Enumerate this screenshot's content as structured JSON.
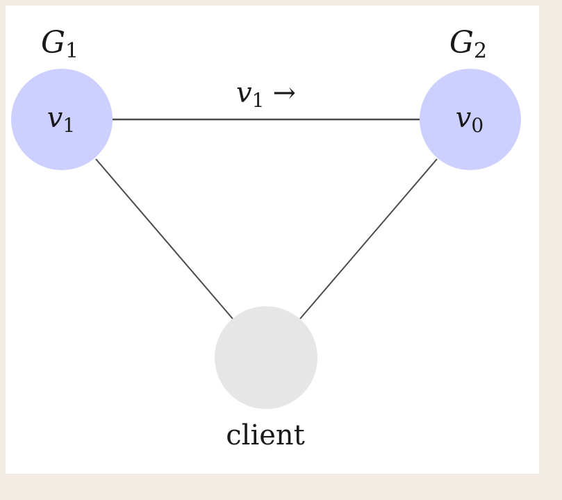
{
  "nodes": {
    "left": {
      "group_letter": "G",
      "group_sub": "1",
      "var": "v",
      "var_sub": "1"
    },
    "right": {
      "group_letter": "G",
      "group_sub": "2",
      "var": "v",
      "var_sub": "0"
    },
    "client": {
      "label": "client"
    }
  },
  "edge_label": {
    "var": "v",
    "var_sub": "1",
    "arrow": "→"
  },
  "colors": {
    "page_background": "#f2ebe3",
    "panel_background": "#ffffff",
    "group_node_fill": "#cdd0ff",
    "client_node_fill": "#e6e6e6",
    "edge_stroke": "#4a4a4a",
    "text": "#1a1a1a"
  }
}
